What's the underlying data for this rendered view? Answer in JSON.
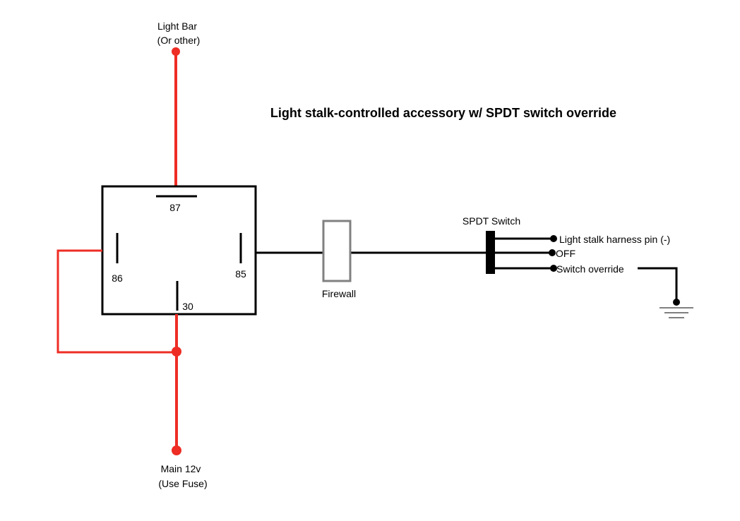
{
  "title": "Light stalk-controlled accessory w/ SPDT switch override",
  "light_bar": {
    "line1": "Light Bar",
    "line2": "(Or other)"
  },
  "main_power": {
    "line1": "Main 12v",
    "line2": "(Use Fuse)"
  },
  "relay": {
    "pin_87": "87",
    "pin_86": "86",
    "pin_85": "85",
    "pin_30": "30"
  },
  "firewall": "Firewall",
  "switch": {
    "title": "SPDT Switch",
    "positions": [
      "Light stalk harness pin (-)",
      "OFF",
      "Switch override"
    ]
  },
  "colors": {
    "power_wire": "#ee2d24",
    "signal_wire": "#000000",
    "firewall": "#808080"
  }
}
